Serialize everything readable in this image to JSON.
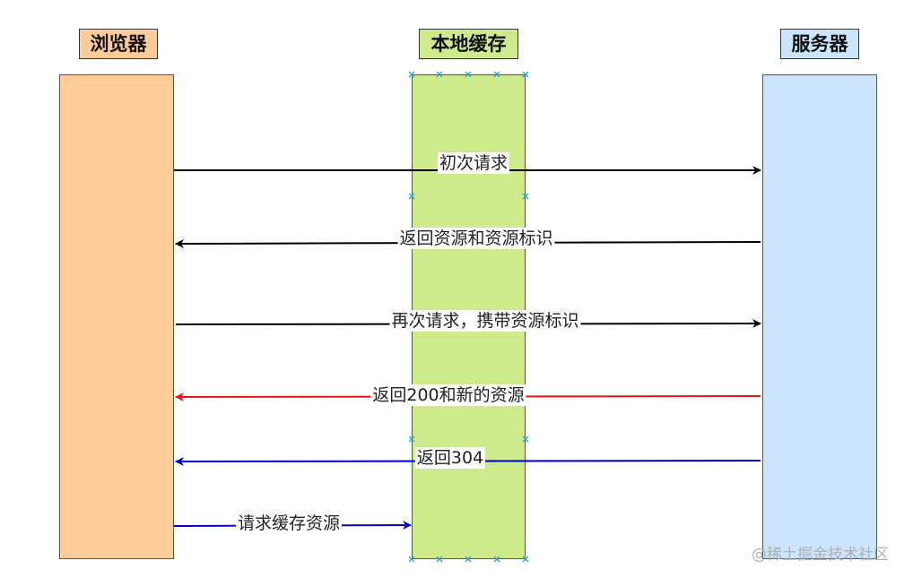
{
  "headers": {
    "browser": "浏览器",
    "cache": "本地缓存",
    "server": "服务器"
  },
  "colors": {
    "browser_fill": "#ffcc99",
    "cache_fill": "#cdeb8b",
    "server_fill": "#cce5ff",
    "arrow_black": "#000000",
    "arrow_red": "#ee1111",
    "arrow_blue": "#0000cc"
  },
  "arrows": {
    "initial_request": "初次请求",
    "return_resource_and_id": "返回资源和资源标识",
    "request_again_with_id": "再次请求，携带资源标识",
    "return_200_new_resource": "返回200和新的资源",
    "return_304": "返回304",
    "request_cache_resource": "请求缓存资源"
  },
  "watermark": "@稀土掘金技术社区"
}
